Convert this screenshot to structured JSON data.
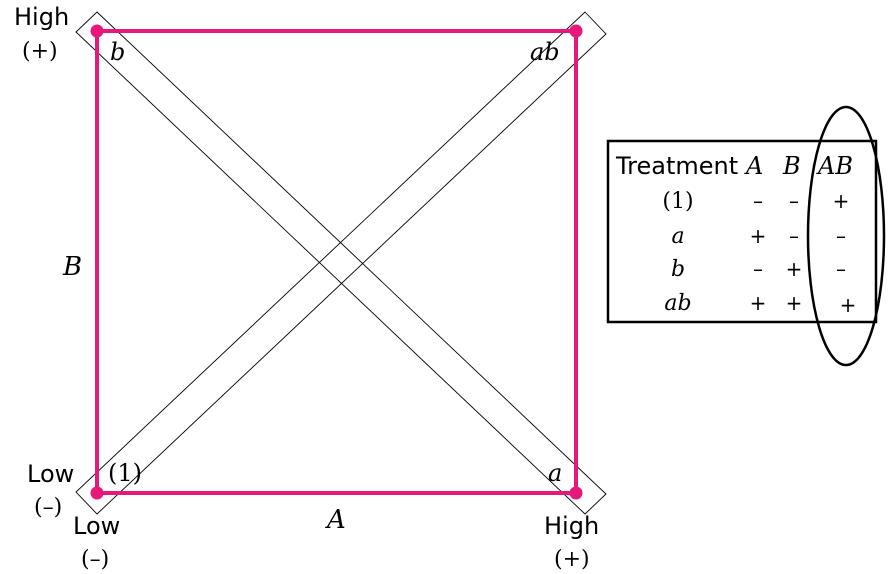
{
  "square": {
    "color": "#e8177a",
    "corners": {
      "bottom_left": "(1)",
      "bottom_right": "a",
      "top_left": "b",
      "top_right": "ab"
    }
  },
  "axes": {
    "a_label": "A",
    "b_label": "B",
    "a_low": {
      "word": "Low",
      "sign": "(–)"
    },
    "a_high": {
      "word": "High",
      "sign": "(+)"
    },
    "b_low": {
      "word": "Low",
      "sign": "(–)"
    },
    "b_high": {
      "word": "High",
      "sign": "(+)"
    }
  },
  "table": {
    "headers": [
      "Treatment",
      "A",
      "B",
      "AB"
    ],
    "rows": [
      {
        "treatment": "(1)",
        "A": "–",
        "B": "–",
        "AB": "+"
      },
      {
        "treatment": "a",
        "A": "+",
        "B": "–",
        "AB": "–"
      },
      {
        "treatment": "b",
        "A": "–",
        "B": "+",
        "AB": "–"
      },
      {
        "treatment": "ab",
        "A": "+",
        "B": "+",
        "AB": "+"
      }
    ]
  }
}
